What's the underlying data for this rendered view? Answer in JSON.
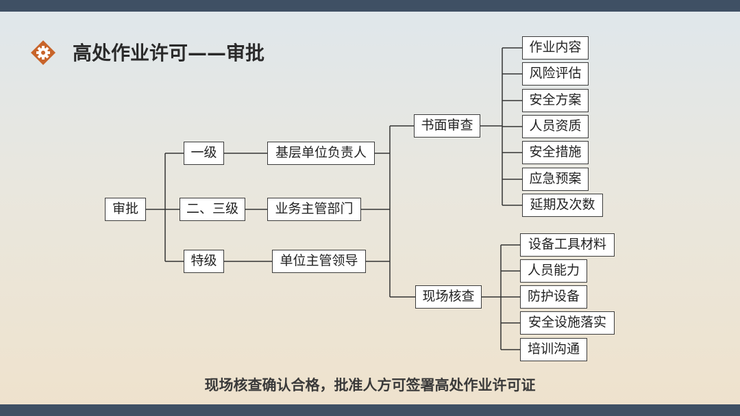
{
  "title": "高处作业许可——审批",
  "root": "审批",
  "levels": [
    "一级",
    "二、三级",
    "特级"
  ],
  "approvers": [
    "基层单位负责人",
    "业务主管部门",
    "单位主管领导"
  ],
  "review_types": [
    "书面审查",
    "现场核查"
  ],
  "written_review_items": [
    "作业内容",
    "风险评估",
    "安全方案",
    "人员资质",
    "安全措施",
    "应急预案",
    "延期及次数"
  ],
  "site_check_items": [
    "设备工具材料",
    "人员能力",
    "防护设备",
    "安全设施落实",
    "培训沟通"
  ],
  "footer": "现场核查确认合格，批准人方可签署高处作业许可证",
  "colors": {
    "accent": "#c8642a",
    "bar": "#3f5064",
    "line": "#333333"
  },
  "icons": {
    "title": "gear-icon"
  }
}
